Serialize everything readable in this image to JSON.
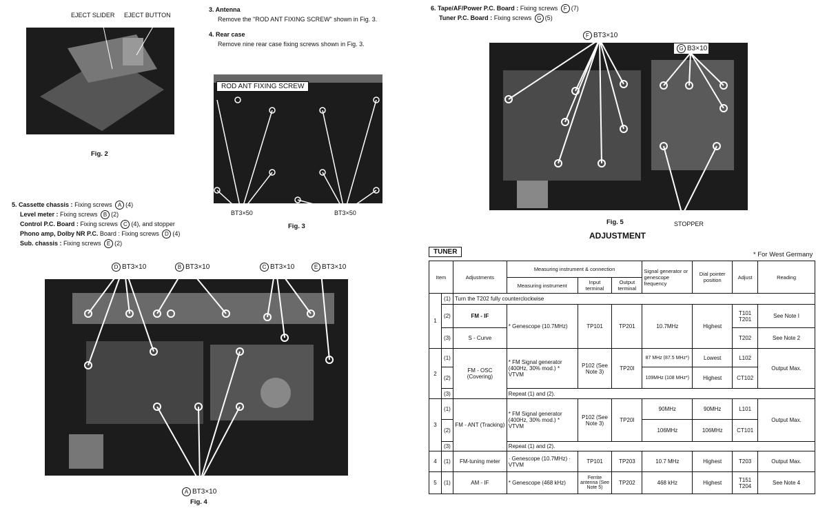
{
  "fig2": {
    "eject_slider": "EJECT SLIDER",
    "eject_button": "EJECT BUTTON",
    "caption": "Fig. 2"
  },
  "steps_mid": [
    {
      "title": "3. Antenna",
      "body": "Remove the \"ROD ANT FIXING SCREW\" shown in Fig. 3."
    },
    {
      "title": "4. Rear case",
      "body": "Remove nine rear case fixing screws shown in Fig. 3."
    }
  ],
  "fig3": {
    "rod_label": "ROD ANT FIXING SCREW",
    "screw_left": "BT3×50",
    "screw_right": "BT3×50",
    "caption": "Fig. 3"
  },
  "step5": {
    "line1": {
      "bold": "5. Cassette chassis :",
      "text": "Fixing screws",
      "mark": "A",
      "count": "(4)"
    },
    "line2": {
      "bold": "Level meter :",
      "text": "Fixing screws",
      "mark": "B",
      "count": "(2)"
    },
    "line3": {
      "bold": "Control P.C. Board :",
      "text": "Fixing screws",
      "mark": "C",
      "count": "(4), and stopper"
    },
    "line4": {
      "bold": "Phono amp, Dolby NR P.C.",
      "text": "Board : Fixing screws",
      "mark": "D",
      "count": "(4)"
    },
    "line5": {
      "bold": "Sub. chassis :",
      "text": "Fixing screws",
      "mark": "E",
      "count": "(2)"
    }
  },
  "fig4": {
    "d": {
      "mark": "D",
      "screw": "BT3×10"
    },
    "b": {
      "mark": "B",
      "screw": "BT3×10"
    },
    "c": {
      "mark": "C",
      "screw": "BT3×10"
    },
    "e": {
      "mark": "E",
      "screw": "BT3×10"
    },
    "a": {
      "mark": "A",
      "screw": "BT3×10"
    },
    "caption": "Fig. 4"
  },
  "step6": {
    "line1": {
      "bold": "6. Tape/AF/Power P.C. Board :",
      "text": "Fixing screws",
      "mark": "F",
      "count": "(7)"
    },
    "line2": {
      "bold": "Tuner P.C. Board :",
      "text": "Fixing screws",
      "mark": "G",
      "count": "(5)"
    }
  },
  "fig5": {
    "f": {
      "mark": "F",
      "screw": "BT3×10"
    },
    "g": {
      "mark": "G",
      "screw": "B3×10"
    },
    "stopper": "STOPPER",
    "caption": "Fig. 5"
  },
  "adjustment": {
    "heading": "ADJUSTMENT",
    "section": "TUNER",
    "note": "* For West Germany",
    "headers": {
      "item": "Item",
      "adjustments": "Adjustments",
      "measuring_group": "Measuring instrument & connection",
      "measuring": "Measuring instrument",
      "input": "Input terminal",
      "output": "Output terminal",
      "freq": "Signal generator or genescope frequency",
      "dial": "Dial pointer position",
      "adjust": "Adjust",
      "reading": "Reading"
    },
    "r1": {
      "item": "1",
      "s1": "(1)",
      "s1_text": "Turn the T202 fully counterclockwise",
      "s2": "(2)",
      "s2_adj": "FM - IF",
      "instr": "* Genescope (10.7MHz)",
      "input": "TP101",
      "output": "TP201",
      "freq": "10.7MHz",
      "dial": "Highest",
      "s2_adjust": "T101 T201",
      "s2_reading": "See Note I",
      "s3": "(3)",
      "s3_adj": "S - Curve",
      "s3_adjust": "T202",
      "s3_reading": "See Note 2"
    },
    "r2": {
      "item": "2",
      "adj": "FM - OSC (Covering)",
      "instr": "* FM Signal generator (400Hz, 30% mod.) * VTVM",
      "input": "P102 (See Note 3)",
      "output": "TP20I",
      "s1": "(1)",
      "s1_freq": "87 MHz (87.5 MHz*)",
      "s1_dial": "Lowest",
      "s1_adjust": "L102",
      "s2": "(2)",
      "s2_freq": "109MHz (108 MHz*)",
      "s2_dial": "Highest",
      "s2_adjust": "CT102",
      "reading": "Output Max.",
      "s3": "(3)",
      "s3_text": "Repeat (1) and (2)."
    },
    "r3": {
      "item": "3",
      "adj": "FM - ANT (Tracking)",
      "instr": "* FM Signal generator (400Hz, 30% mod.) * VTVM",
      "input": "P102 (See Note 3)",
      "output": "TP20I",
      "s1": "(1)",
      "s1_freq": "90MHz",
      "s1_dial": "90MHz",
      "s1_adjust": "L101",
      "s2": "(2)",
      "s2_freq": "106MHz",
      "s2_dial": "106MHz",
      "s2_adjust": "CT101",
      "reading": "Output Max.",
      "s3": "(3)",
      "s3_text": "Repeat (1) and (2)."
    },
    "r4": {
      "item": "4",
      "s": "(1)",
      "adj": "FM-tuning meter",
      "instr": "· Genescope (10.7MHz) · VTVM",
      "input": "TP101",
      "output": "TP203",
      "freq": "10.7 MHz",
      "dial": "Highest",
      "adjust": "T203",
      "reading": "Output Max."
    },
    "r5": {
      "item": "5",
      "s": "(1)",
      "adj": "AM - IF",
      "instr": "* Genescope (468 kHz)",
      "input": "Ferrite antenna (See Note 5)",
      "output": "TP202",
      "freq": "468 kHz",
      "dial": "Highest",
      "adjust": "T151 T204",
      "reading": "See Note 4"
    }
  }
}
